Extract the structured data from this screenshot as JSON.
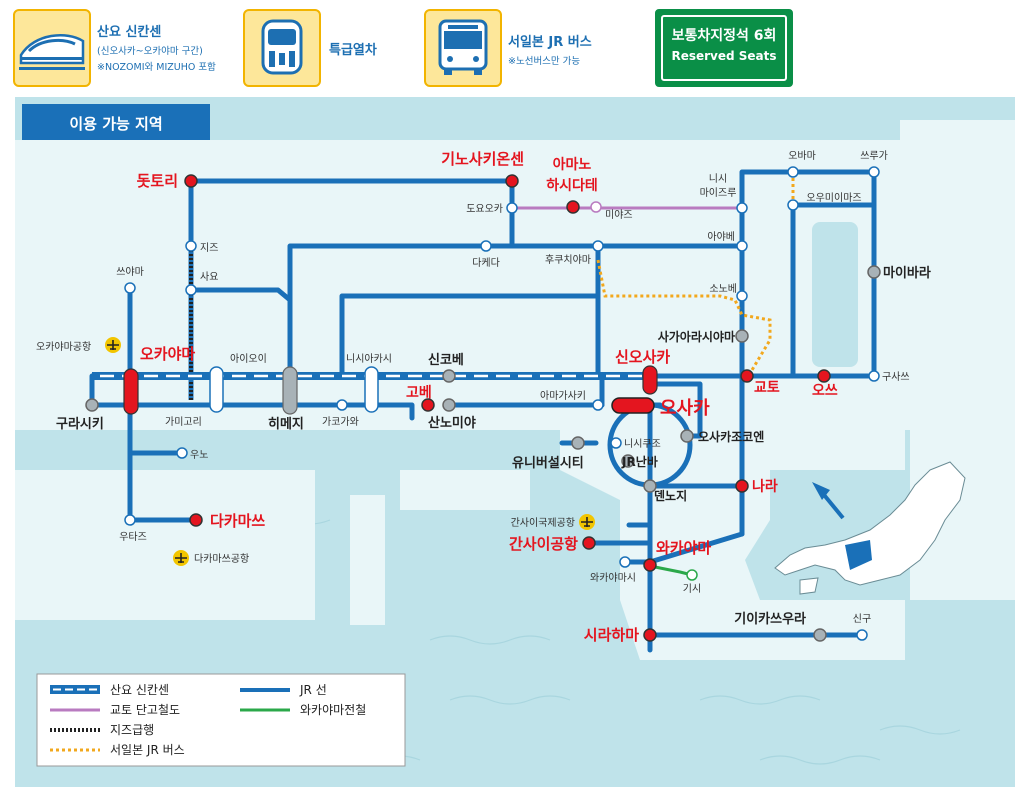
{
  "header": {
    "shinkansen": {
      "title": "산요 신칸센",
      "sub1": "(신오사카~오카야마 구간)",
      "sub2": "※NOZOMI와 MIZUHO 포함"
    },
    "express": {
      "title": "특급열차"
    },
    "bus": {
      "title": "서일본 JR 버스",
      "sub1": "※노선버스만 가능"
    },
    "reserved": {
      "line1": "보통차지정석 6회",
      "line2": "Reserved Seats"
    }
  },
  "map": {
    "area_title": "이용 가능 지역",
    "stations": {
      "tottori": "돗토리",
      "kinosaki": "기노사키온센",
      "amanohashidate": "아마노\n하시다테",
      "obama": "오바마",
      "tsuruga": "쓰루가",
      "nishimaizuru": "니시\n마이즈루",
      "oumimaizuru": "오우미이마즈",
      "toyooka": "도요오카",
      "miyazu": "미야즈",
      "ayabe": "아야베",
      "chizu": "지즈",
      "tsuyama": "쓰야마",
      "sayo": "사요",
      "takeda": "다케다",
      "fukuchiyama": "후쿠치야마",
      "maibara": "마이바라",
      "sasayamaguchi": "소노베",
      "okayama_airport": "오카야마공항",
      "sagano": "사가아라시야마",
      "okayama": "오카야마",
      "aioi": "아이오이",
      "nishiakashi": "니시아카시",
      "shinkobe": "신코베",
      "shinosaka": "신오사카",
      "kyoto": "교토",
      "otsu": "오쓰",
      "kusatsu": "구사쓰",
      "kurashiki": "구라시키",
      "kamigori": "가미고리",
      "himeji": "히메지",
      "kakogawa": "가코가와",
      "kobe": "고베",
      "sannomiya": "산노미야",
      "amagasaki": "아마가사키",
      "osaka": "오사카",
      "nishikujo": "니시쿠조",
      "usj": "유니버설시티",
      "jrnamba": "JR난바",
      "osakajo": "오사카조코엔",
      "uno": "우노",
      "tennoji": "덴노지",
      "nara": "나라",
      "takamatsu": "다카마쓰",
      "utazu": "우타즈",
      "takamatsu_airport": "다카마쓰공항",
      "kansai_airport_label": "간사이국제공항",
      "kansai_airport": "간사이공항",
      "wakayama": "와카야마",
      "wakayamashi": "와카야마시",
      "kishi": "기시",
      "kiikatsuura": "기이카쓰우라",
      "shingu": "신구",
      "shirahama": "시라하마"
    }
  },
  "legend": {
    "shinkansen": "산요 신칸센",
    "tango": "교토 단고철도",
    "chizu": "지즈급행",
    "bus": "서일본 JR 버스",
    "jr": "JR 선",
    "wakayama": "와카야마전철"
  },
  "colors": {
    "jr_blue": "#1a70b8",
    "station_red": "#e4151f",
    "tango_purple": "#b97bc0",
    "bus_orange": "#f2a81d",
    "wakayama_green": "#2ba84a",
    "sea": "#bfe3ea",
    "land": "#e9f6f8",
    "label_navy": "#1a70b8"
  }
}
